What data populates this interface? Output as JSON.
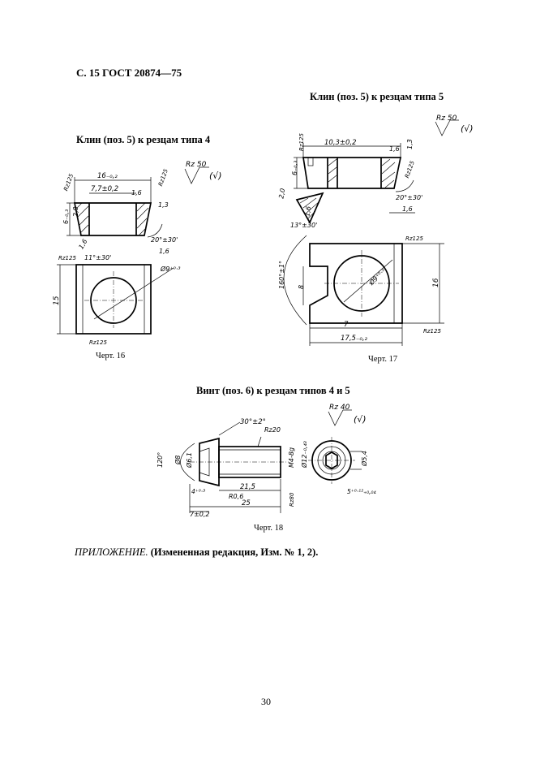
{
  "header": {
    "page_label": "С. 15 ГОСТ 20874—75"
  },
  "sections": {
    "klin5_caption": "Клин (поз. 5) к резцам типа 5",
    "klin4_caption": "Клин (поз. 5) к резцам типа 4",
    "vint_caption": "Винт (поз. 6) к резцам типов 4 и 5"
  },
  "figures": {
    "fig16": {
      "label": "Черт. 16",
      "roughness_main": "Rz 50",
      "roughness_paren": "(√)",
      "dims": {
        "top_width": "16₋₀,₂",
        "inner_width": "7,7±0,2",
        "chamfer": "1,6",
        "rz125_a": "Rz125",
        "rz125_b": "Rz125",
        "rz125_c": "Rz125",
        "rz125_d": "Rz125",
        "height_a": "6₋₀,₃",
        "height_b": "2,0",
        "side": "1,3",
        "angle_a": "20°±30'",
        "angle_b": "11°±30'",
        "side_b": "1,6",
        "chamfer_b": "1,6",
        "hole": "Ø9⁺⁰·³",
        "height_c": "15"
      }
    },
    "fig17": {
      "label": "Черт. 17",
      "roughness_main": "Rz 50",
      "roughness_paren": "(√)",
      "dims": {
        "top_width": "10,3±0,2",
        "rz125_a": "Rz125",
        "rz125_b": "Rz125",
        "rz125_c": "Rz125",
        "rz125_d": "Rz125",
        "height_a": "6₋₀,₃",
        "chamfer_a": "1,6",
        "chamfer_b": "1,6",
        "side": "1,3",
        "angle_a": "20°±30'",
        "angle_b": "13°±30'",
        "dim_20": "2,0",
        "dim_16": "1,6",
        "arc_angle": "160°±1°",
        "slot": "8",
        "hole": "Ø9⁺⁰·³",
        "height_b": "16",
        "bottom_a": "7",
        "bottom_b": "17,5₋₀,₂"
      }
    },
    "fig18": {
      "label": "Черт. 18",
      "roughness_main": "Rz 40",
      "roughness_paren": "(√)",
      "dims": {
        "chamfer_angle": "30°±2°",
        "rz20": "Rz20",
        "thread": "M4-8g",
        "shank": "Ø12₋₀,₄₃",
        "head_angle": "120°",
        "d_a": "Ø8",
        "d_b": "Ø6,1",
        "len_a": "21,5",
        "len_total": "25",
        "head_len": "7±0,2",
        "r": "R0,6",
        "small": "4⁺⁰·³",
        "rz80": "Rz80",
        "hex": "Ø5,4",
        "key": "5⁺⁰·¹²₊₀,₀₄"
      }
    }
  },
  "footer": {
    "note_italic": "ПРИЛОЖЕНИЕ.",
    "note_bold": "(Измененная редакция, Изм. № 1, 2).",
    "page_number": "30"
  }
}
